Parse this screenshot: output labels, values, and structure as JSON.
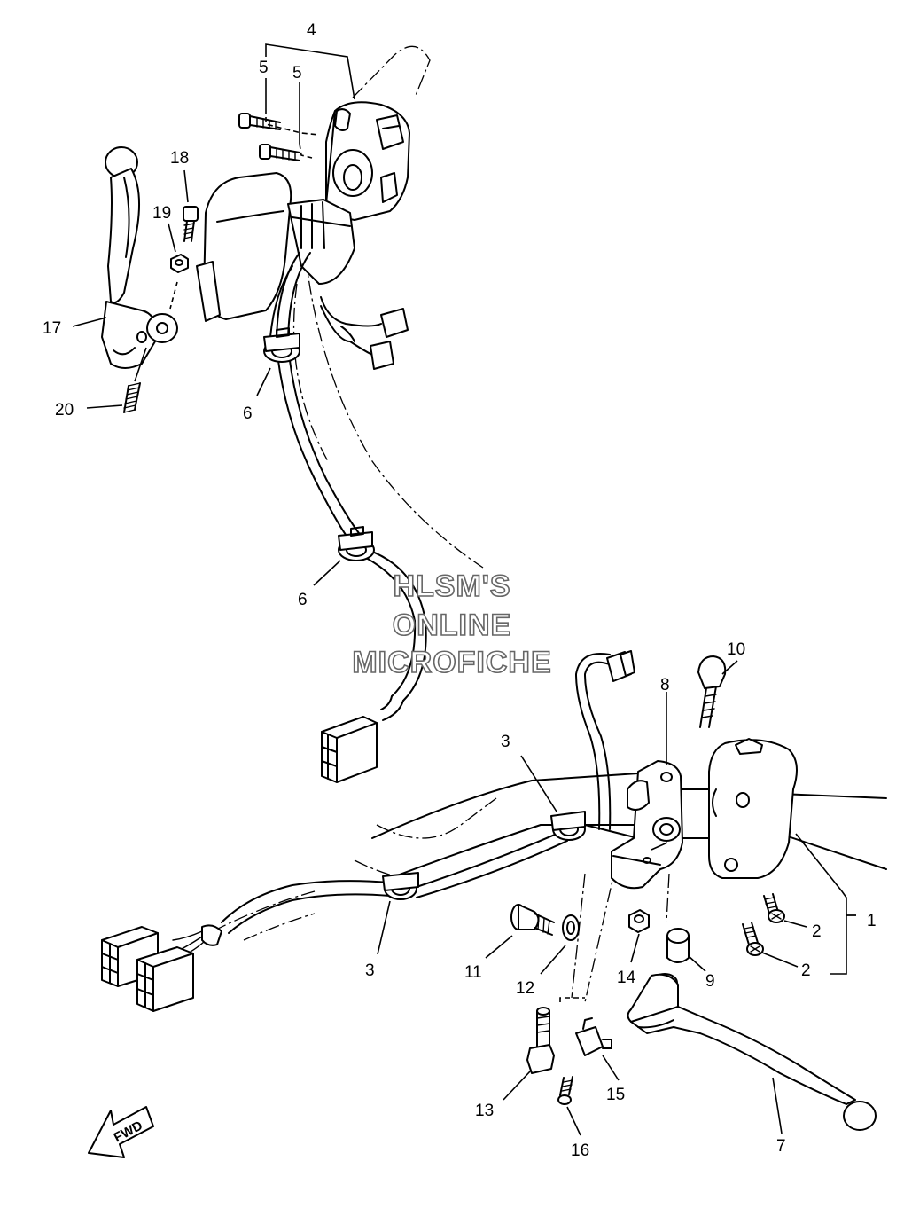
{
  "watermark": {
    "line1": "HLSM'S",
    "line2": "ONLINE",
    "line3": "MICROFICHE"
  },
  "direction_marker": {
    "label": "FWD",
    "icon": "fwd-arrow-icon"
  },
  "callouts": [
    {
      "label": "4"
    },
    {
      "label": "5"
    },
    {
      "label": "5"
    },
    {
      "label": "18"
    },
    {
      "label": "19"
    },
    {
      "label": "17"
    },
    {
      "label": "20"
    },
    {
      "label": "6"
    },
    {
      "label": "6"
    },
    {
      "label": "10"
    },
    {
      "label": "8"
    },
    {
      "label": "3"
    },
    {
      "label": "1"
    },
    {
      "label": "2"
    },
    {
      "label": "2"
    },
    {
      "label": "3"
    },
    {
      "label": "11"
    },
    {
      "label": "12"
    },
    {
      "label": "14"
    },
    {
      "label": "9"
    },
    {
      "label": "13"
    },
    {
      "label": "15"
    },
    {
      "label": "16"
    },
    {
      "label": "7"
    }
  ]
}
